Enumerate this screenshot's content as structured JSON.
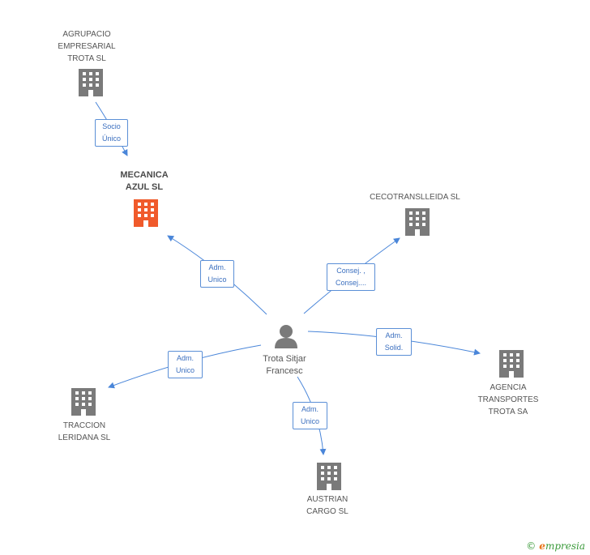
{
  "colors": {
    "edge": "#4a86d9",
    "company_icon": "#7a7a7a",
    "focus_icon": "#f05a2b",
    "person_icon": "#7a7a7a"
  },
  "nodes": {
    "agrupacio": "AGRUPACIO\nEMPRESARIAL\nTROTA SL",
    "mecanica": "MECANICA\nAZUL SL",
    "cecotrans": "CECOTRANSLLEIDA SL",
    "person": "Trota Sitjar\nFrancesc",
    "agencia": "AGENCIA\nTRANSPORTES\nTROTA SA",
    "traccion": "TRACCION\nLERIDANA SL",
    "austrian": "AUSTRIAN\nCARGO SL"
  },
  "edges": {
    "socio": "Socio\nÚnico",
    "adm_mecanica": "Adm.\nUnico",
    "consej": "Consej. ,\nConsej....",
    "adm_solid": "Adm.\nSolid.",
    "adm_traccion": "Adm.\nUnico",
    "adm_austrian": "Adm.\nUnico"
  },
  "brand": {
    "copyright": "©",
    "e": "e",
    "name": "mpresia"
  }
}
